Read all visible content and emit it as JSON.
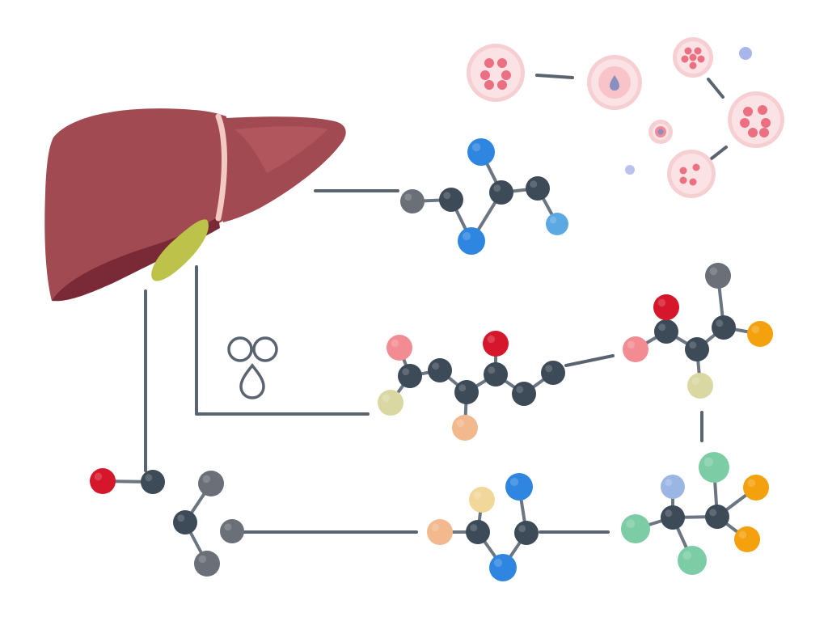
{
  "colors": {
    "background": "#ffffff",
    "liver_main": "#a24a52",
    "liver_light": "#b2565e",
    "liver_shadow": "#7a2a36",
    "liver_ligament": "#f3c9c4",
    "gallbladder": "#bcc24a",
    "connector_line": "#5a6470",
    "bond_line": "#6b7682",
    "cell_fill": "#fbe3e5",
    "cell_ring": "#f6cfd3",
    "cell_dot": "#ec6f82"
  },
  "atom_colors": {
    "carbon": "#3d4a57",
    "methyl": "#6a6f78",
    "oxygen": "#d6162b",
    "nitrogen": "#2f86e0",
    "nitrogen_light": "#5aa9e3",
    "pink": "#f28c92",
    "olive": "#d9d8a3",
    "peach": "#f2b98f",
    "amber": "#f4a10e",
    "mint": "#7ccca5",
    "periwinkle": "#9cb6e4",
    "sand": "#f2d79a"
  },
  "icons": {
    "liver": "liver-illustration",
    "gallbladder": "gallbladder-shape",
    "enzyme_symbol": "enzyme-droplet-icon",
    "cells": "cell-cluster"
  }
}
